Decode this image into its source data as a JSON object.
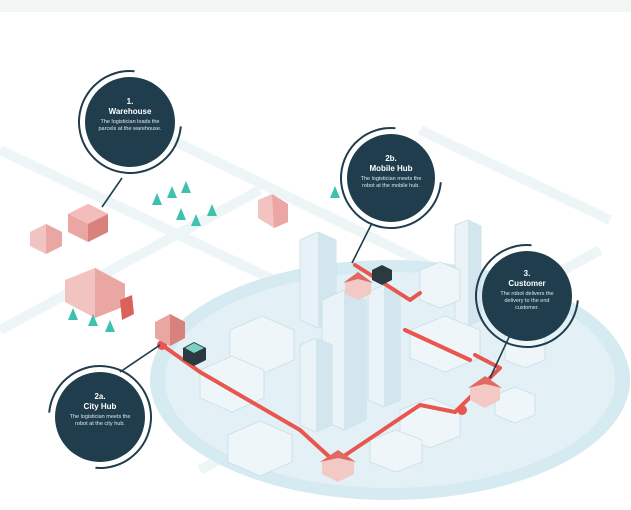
{
  "steps": {
    "warehouse": {
      "number": "1.",
      "title": "Warehouse",
      "description": "The logistician loads the parcels at the warehouse."
    },
    "mobile_hub": {
      "number": "2b.",
      "title": "Mobile Hub",
      "description": "The logistician meets the robot at the mobile hub."
    },
    "customer": {
      "number": "3.",
      "title": "Customer",
      "description": "The robot delivers the delivery to the end customer."
    },
    "city_hub": {
      "number": "2a.",
      "title": "City Hub",
      "description": "The logistician meets the robot at the city hub."
    }
  },
  "colors": {
    "callout": "#1f3d4c",
    "route": "#e8564f",
    "city_base": "#d6eaf1",
    "building": "#eef6f9",
    "vehicle": "#e9a6a3",
    "tree": "#3fc1b0"
  }
}
